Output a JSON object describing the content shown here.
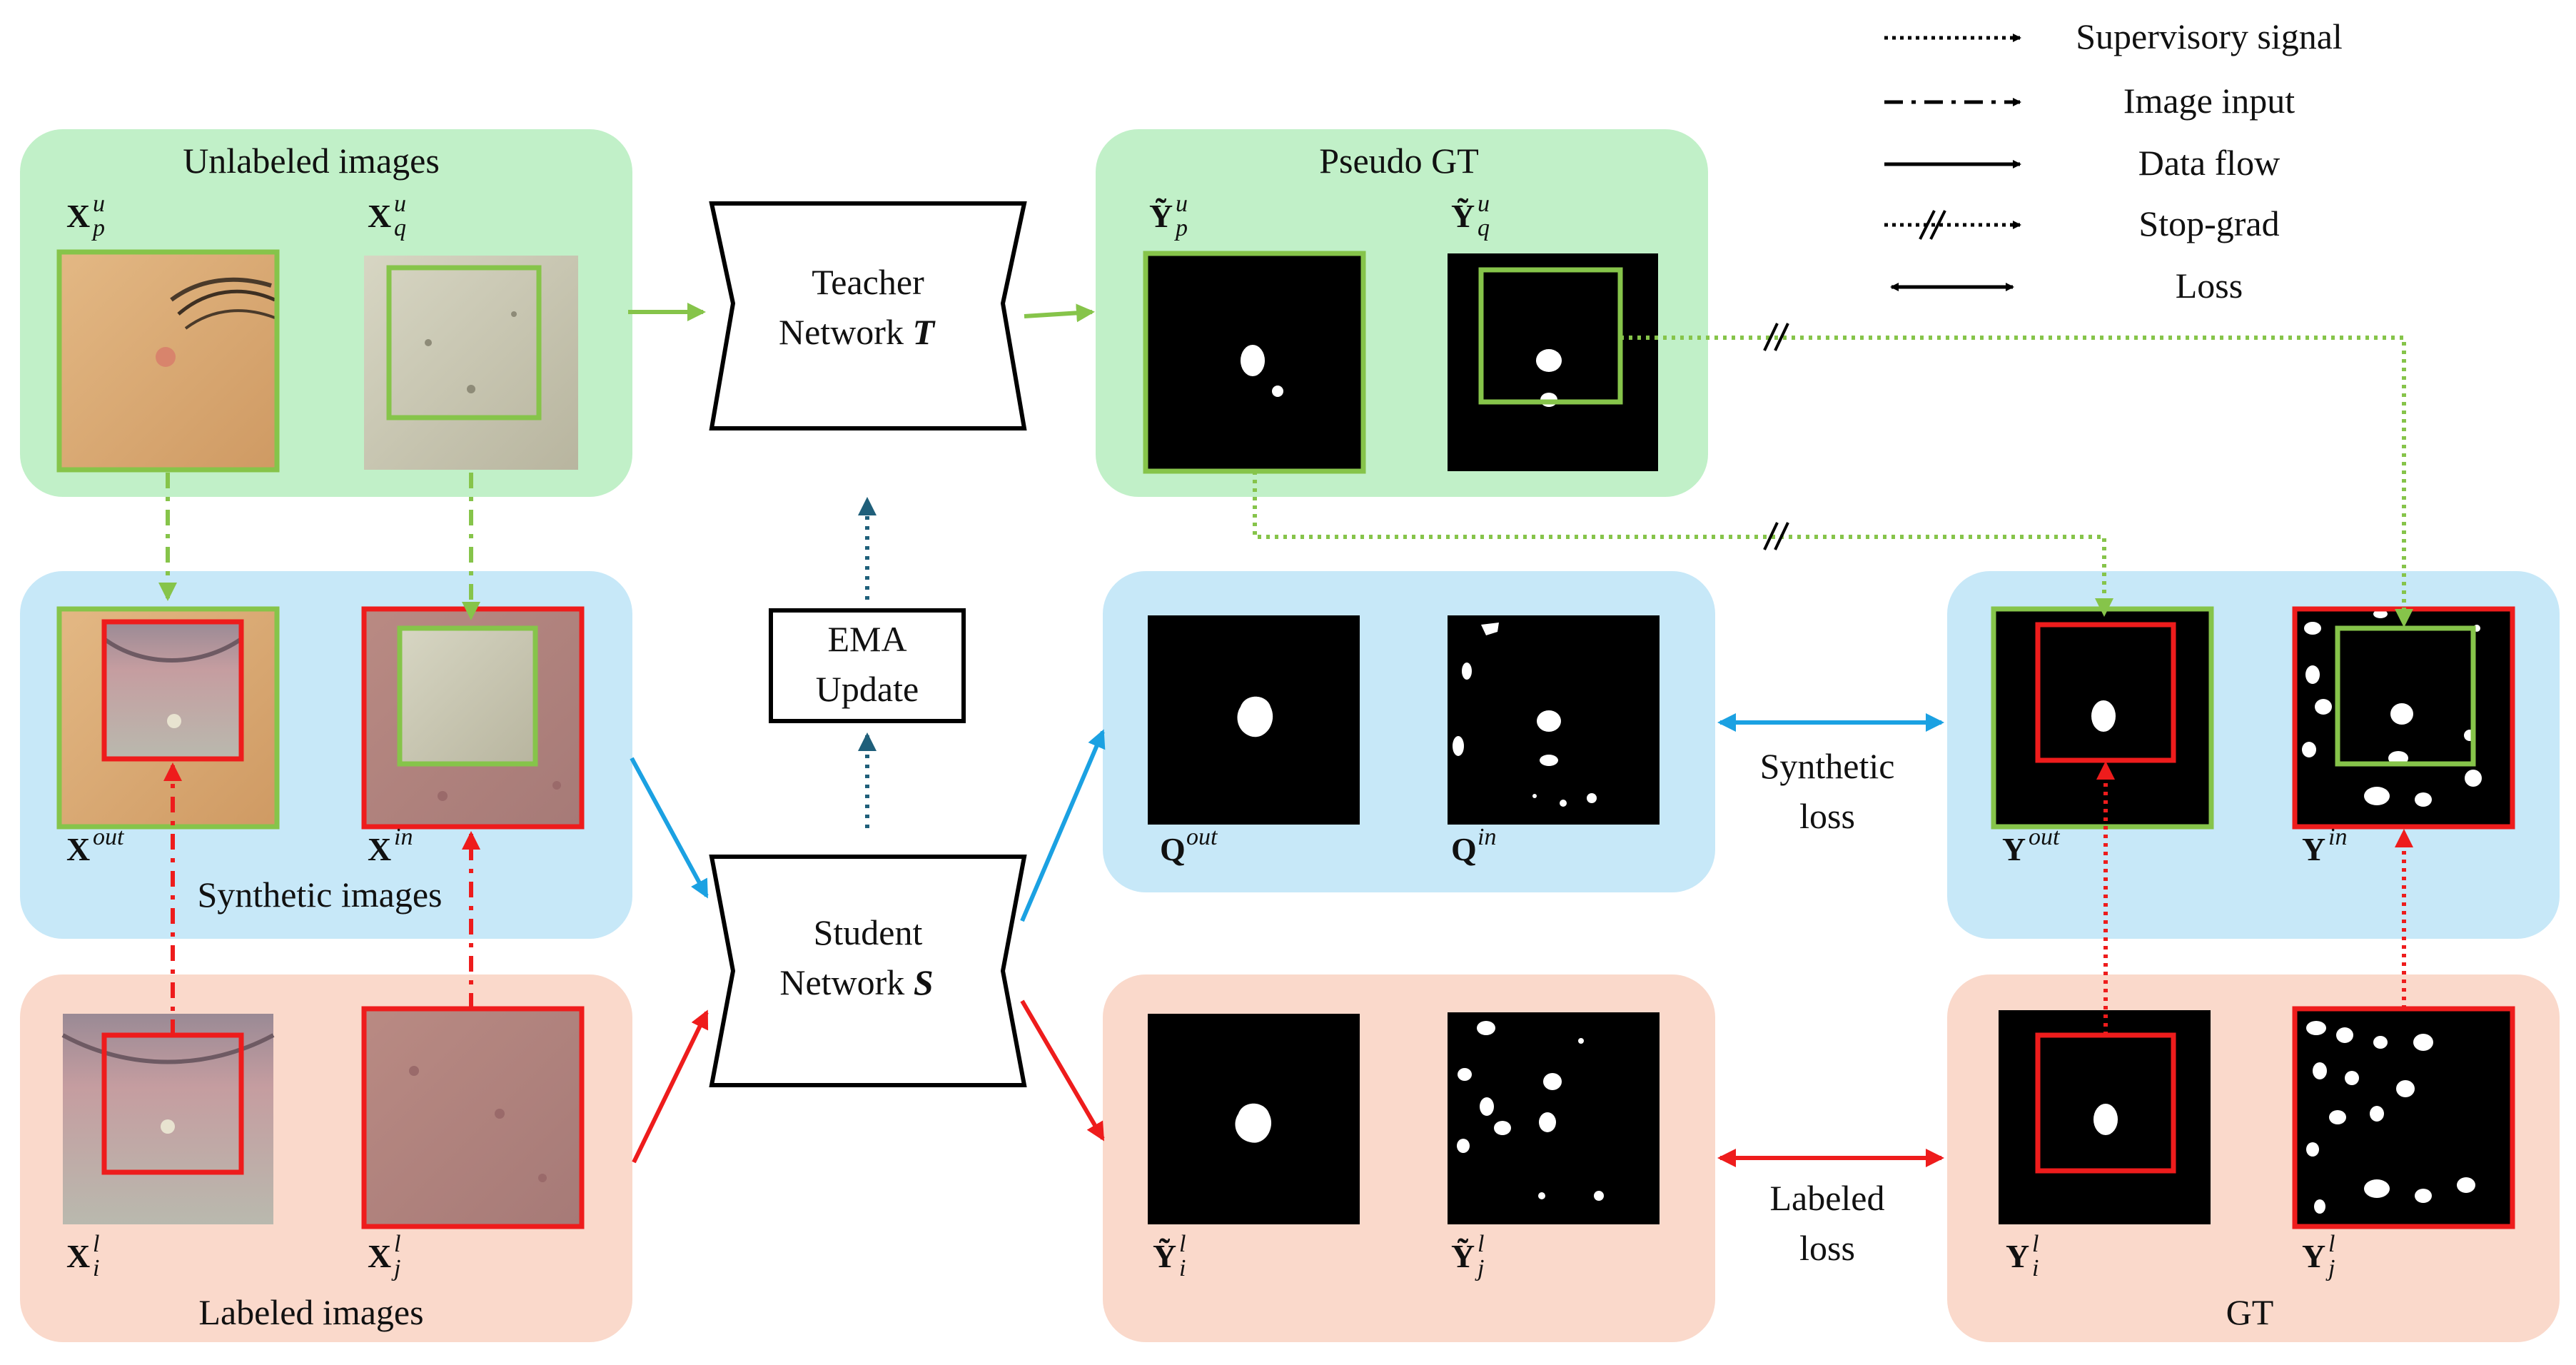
{
  "colors": {
    "green_panel": "#c1f0c8",
    "blue_panel": "#c7e8f8",
    "pink_panel": "#fad9cb",
    "green_stroke": "#86c44a",
    "red_stroke": "#ee1c1c",
    "blue_arrow": "#1ba1e2",
    "teal_arrow": "#1f5f7a",
    "skin": "#d9a873",
    "skin_dark": "#b98d7f",
    "skin_light": "#c9c7b4"
  },
  "legend": {
    "supervisory": "Supervisory signal",
    "image_input": "Image input",
    "data_flow": "Data flow",
    "stop_grad": "Stop-grad",
    "loss": "Loss"
  },
  "panels": {
    "unlabeled": "Unlabeled images",
    "synthetic": "Synthetic images",
    "labeled": "Labeled images",
    "pseudo_gt": "Pseudo GT",
    "gt": "GT"
  },
  "networks": {
    "teacher_line1": "Teacher",
    "teacher_line2": "Network ",
    "teacher_symbol": "T",
    "student_line1": "Student",
    "student_line2": "Network ",
    "student_symbol": "S",
    "ema_line1": "EMA",
    "ema_line2": "Update"
  },
  "losses": {
    "synthetic_line1": "Synthetic",
    "synthetic_line2": "loss",
    "labeled_line1": "Labeled",
    "labeled_line2": "loss"
  },
  "symbols": {
    "X": "X",
    "Y": "Y",
    "Q": "Q",
    "Ytilde": "Ỹ",
    "u": "u",
    "l": "l",
    "p": "p",
    "q": "q",
    "i": "i",
    "j": "j",
    "out": "out",
    "in": "in"
  }
}
